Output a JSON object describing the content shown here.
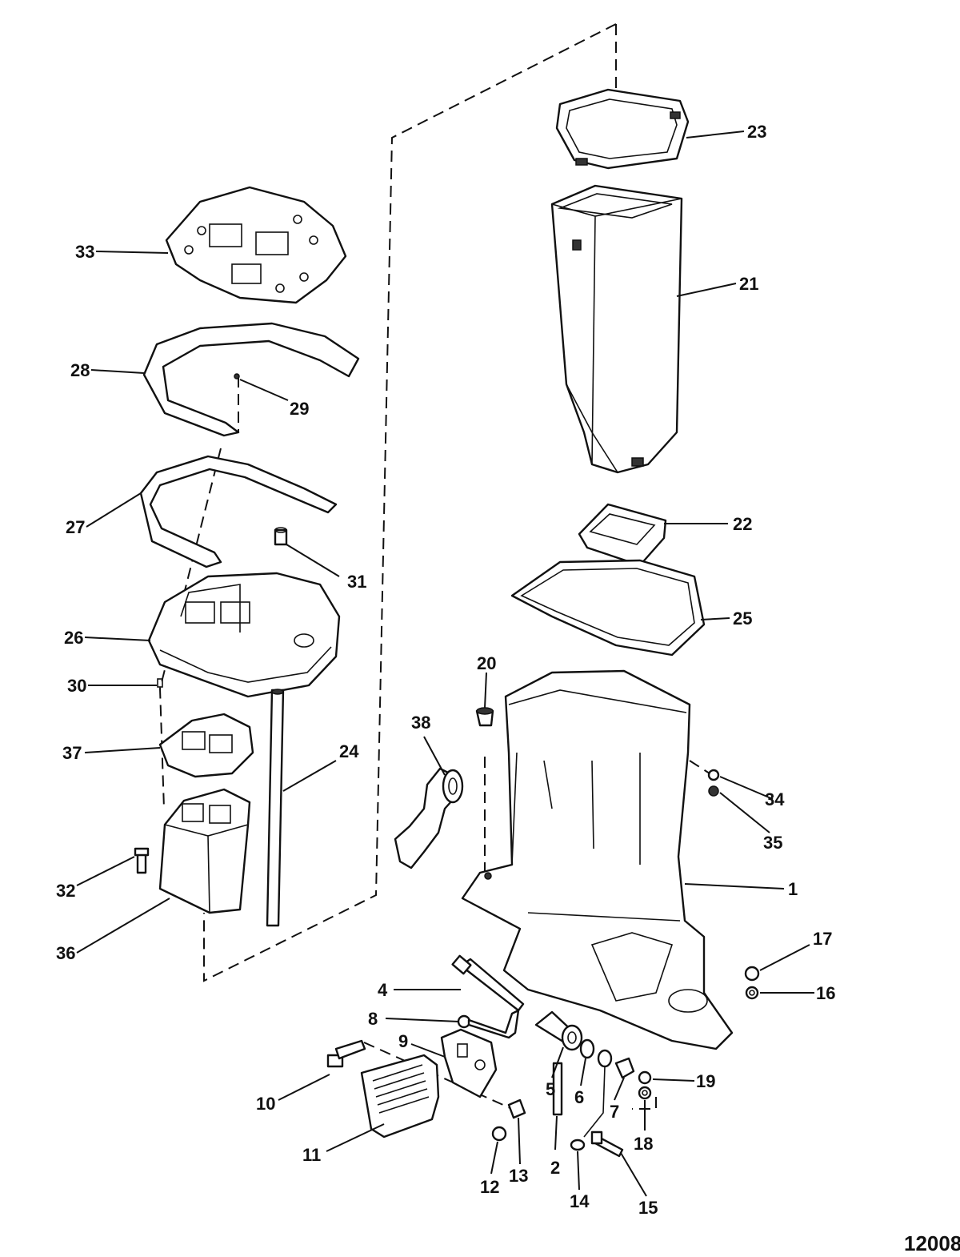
{
  "diagram": {
    "reference_number": "12008",
    "callouts": [
      {
        "id": "c1",
        "label": "1"
      },
      {
        "id": "c2",
        "label": "2"
      },
      {
        "id": "c4",
        "label": "4"
      },
      {
        "id": "c5",
        "label": "5"
      },
      {
        "id": "c6",
        "label": "6"
      },
      {
        "id": "c7",
        "label": "7"
      },
      {
        "id": "c8",
        "label": "8"
      },
      {
        "id": "c9",
        "label": "9"
      },
      {
        "id": "c10",
        "label": "10"
      },
      {
        "id": "c11",
        "label": "11"
      },
      {
        "id": "c12",
        "label": "12"
      },
      {
        "id": "c13",
        "label": "13"
      },
      {
        "id": "c14",
        "label": "14"
      },
      {
        "id": "c15",
        "label": "15"
      },
      {
        "id": "c16",
        "label": "16"
      },
      {
        "id": "c17",
        "label": "17"
      },
      {
        "id": "c18",
        "label": "18"
      },
      {
        "id": "c19",
        "label": "19"
      },
      {
        "id": "c20",
        "label": "20"
      },
      {
        "id": "c21",
        "label": "21"
      },
      {
        "id": "c22",
        "label": "22"
      },
      {
        "id": "c23",
        "label": "23"
      },
      {
        "id": "c24",
        "label": "24"
      },
      {
        "id": "c25",
        "label": "25"
      },
      {
        "id": "c26",
        "label": "26"
      },
      {
        "id": "c27",
        "label": "27"
      },
      {
        "id": "c28",
        "label": "28"
      },
      {
        "id": "c29",
        "label": "29"
      },
      {
        "id": "c30",
        "label": "30"
      },
      {
        "id": "c31",
        "label": "31"
      },
      {
        "id": "c32",
        "label": "32"
      },
      {
        "id": "c33",
        "label": "33"
      },
      {
        "id": "c34",
        "label": "34"
      },
      {
        "id": "c35",
        "label": "35"
      },
      {
        "id": "c36",
        "label": "36"
      },
      {
        "id": "c37",
        "label": "37"
      },
      {
        "id": "c38",
        "label": "38"
      }
    ]
  }
}
